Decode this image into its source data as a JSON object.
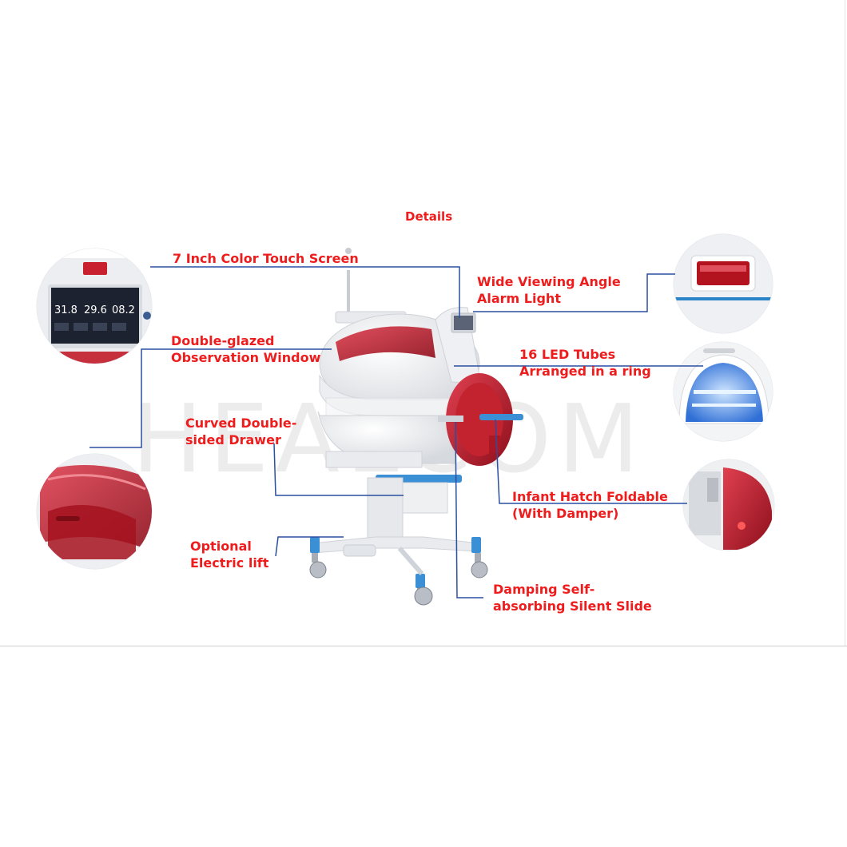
{
  "page": {
    "heading": "Details"
  },
  "watermark": {
    "text": "HEALCOM"
  },
  "colors": {
    "label": "#ee1c1c",
    "leader": "#2a4fa0",
    "body": "#eef0f2",
    "red_cover": "#c0182a",
    "blue_light": "#3a7fe0"
  },
  "screen_readout": {
    "values": [
      "31.8",
      "29.6",
      "08.2"
    ]
  },
  "callouts": [
    {
      "id": "touch-screen",
      "lines": [
        "7 Inch Color Touch Screen"
      ]
    },
    {
      "id": "alarm-light",
      "lines": [
        "Wide Viewing Angle",
        "Alarm Light"
      ]
    },
    {
      "id": "observation-window",
      "lines": [
        "Double-glazed",
        "Observation Window"
      ]
    },
    {
      "id": "led-tubes",
      "lines": [
        "16 LED Tubes",
        "Arranged in a ring"
      ]
    },
    {
      "id": "drawer",
      "lines": [
        "Curved Double-",
        "sided Drawer"
      ]
    },
    {
      "id": "infant-hatch",
      "lines": [
        "Infant Hatch Foldable",
        "(With Damper)"
      ]
    },
    {
      "id": "electric-lift",
      "lines": [
        "Optional",
        "Electric lift"
      ]
    },
    {
      "id": "silent-slide",
      "lines": [
        "Damping Self-",
        "absorbing Silent Slide"
      ]
    }
  ]
}
